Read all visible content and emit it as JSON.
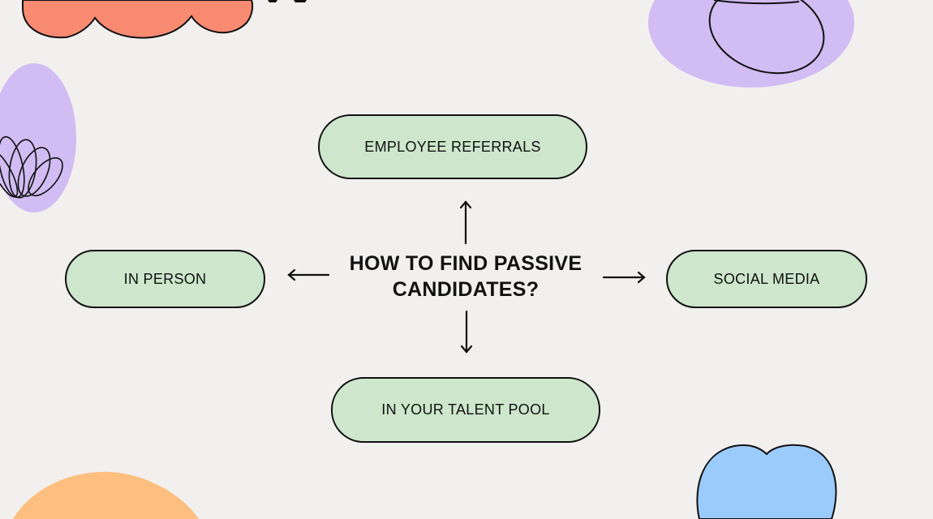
{
  "diagram": {
    "center": {
      "line1": "HOW TO FIND PASSIVE",
      "line2": "CANDIDATES?"
    },
    "nodes": {
      "top": "EMPLOYEE REFERRALS",
      "left": "IN PERSON",
      "right": "SOCIAL MEDIA",
      "bottom": "IN YOUR TALENT POOL"
    }
  },
  "colors": {
    "background": "#f1f0ef",
    "node_fill": "#cde6cc",
    "outline": "#111111",
    "blob_coral": "#f98a72",
    "blob_lavender": "#d1bcf3",
    "blob_orange": "#fdbf80",
    "blob_blue": "#9bcbfb"
  }
}
